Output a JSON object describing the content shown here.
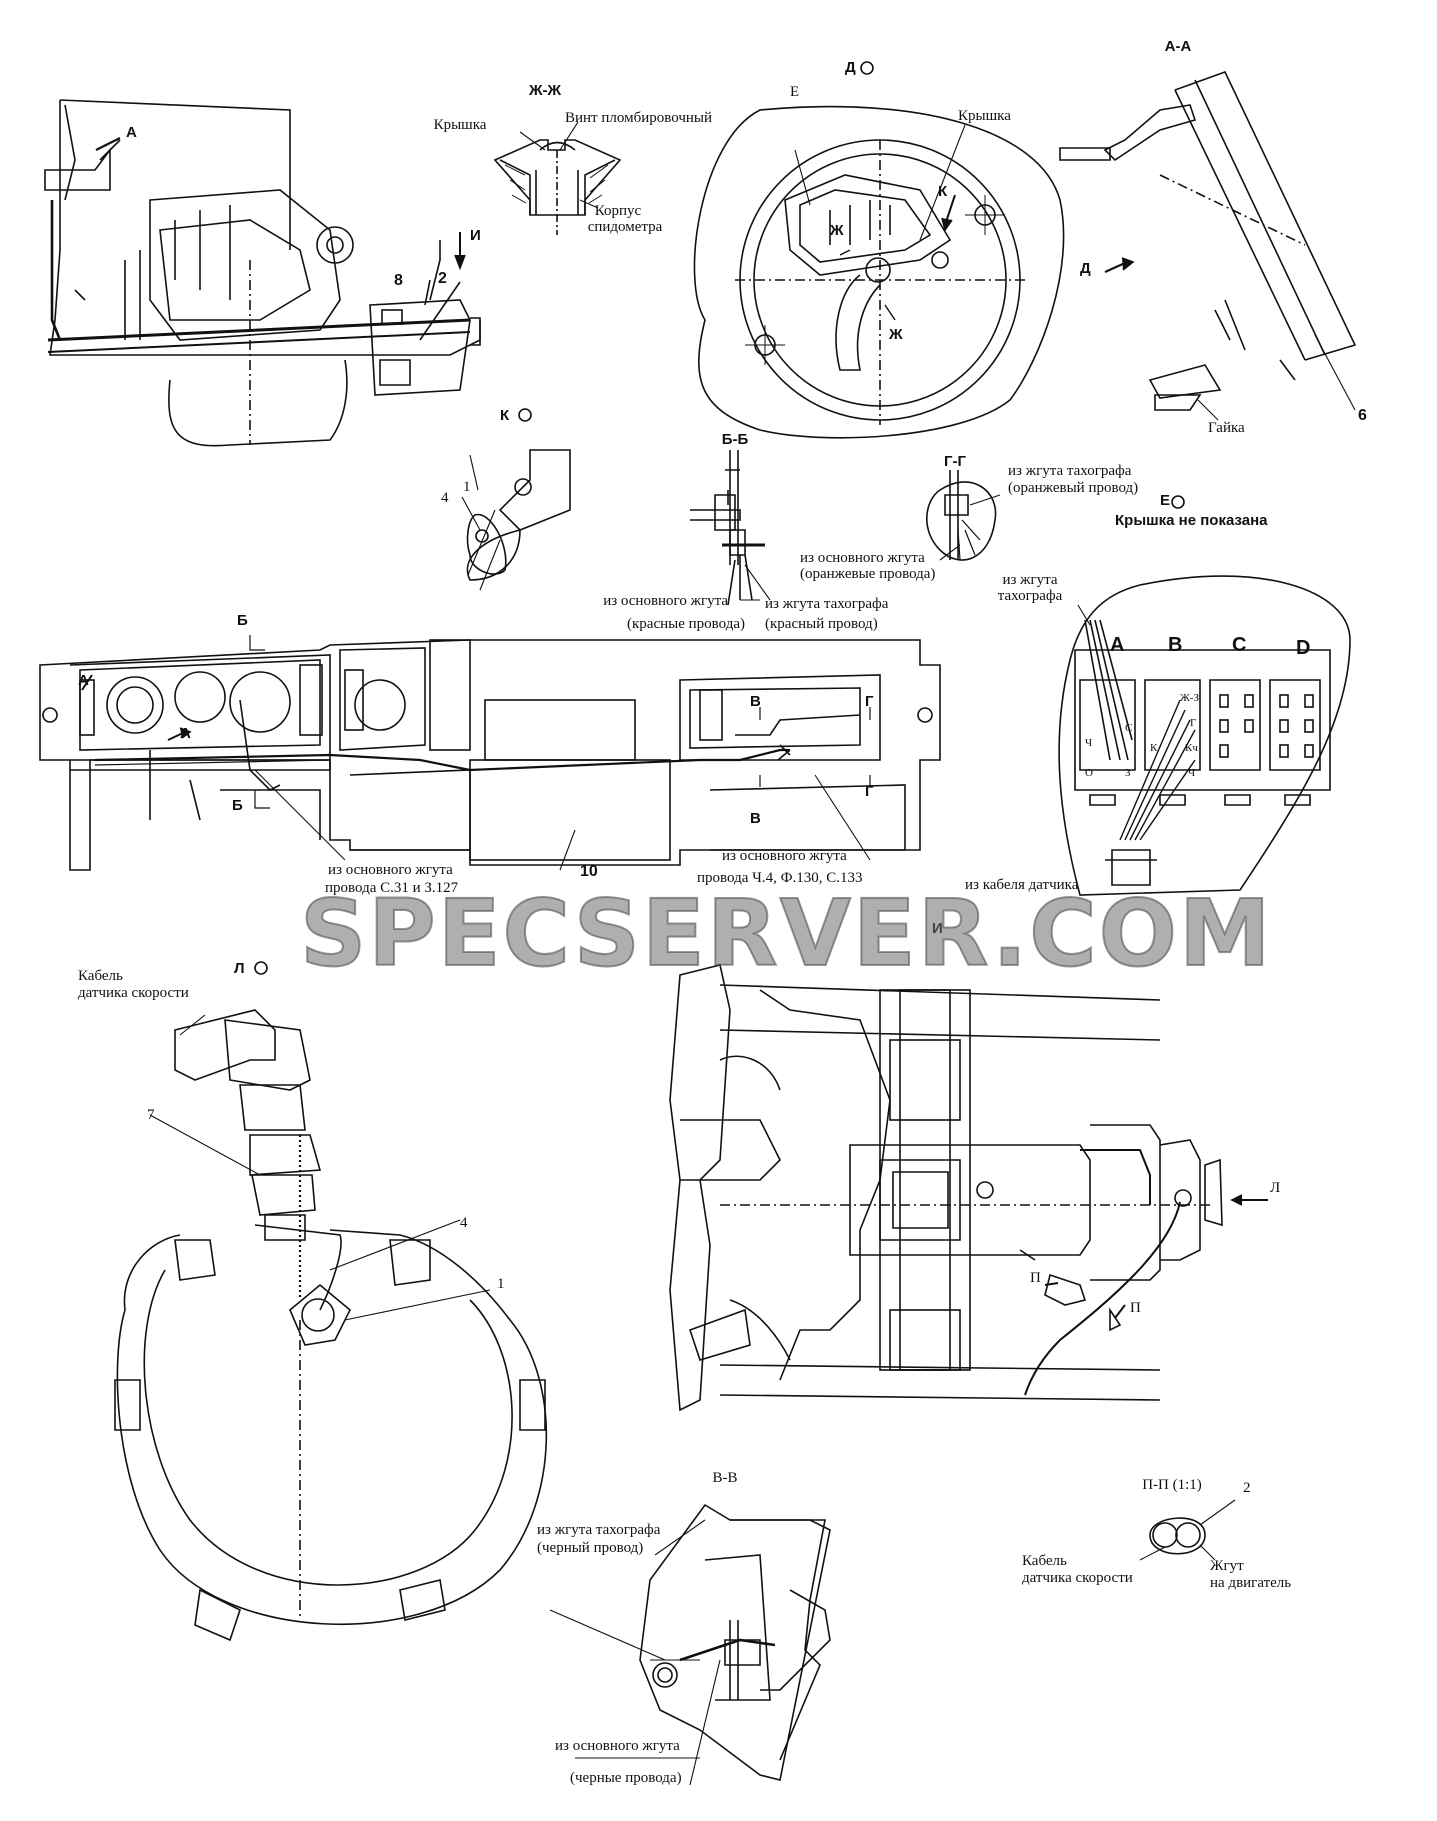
{
  "views": {
    "zh_zh": {
      "title": "Ж-Ж",
      "cover": "Крышка",
      "screw": "Винт пломбировочный",
      "body_line1": "Корпус",
      "body_line2": "спидометра"
    },
    "d": {
      "title": "Д",
      "e": "Е",
      "cover": "Крышка",
      "k": "К",
      "zh1": "Ж",
      "zh2": "Ж"
    },
    "a_a": {
      "title": "А-А",
      "d": "Д",
      "nut": "Гайка",
      "n6": "6"
    },
    "top_left": {
      "a": "А",
      "i": "И",
      "n8": "8",
      "n2": "2"
    },
    "k": {
      "title": "К",
      "n1": "1",
      "n4": "4"
    },
    "b_b": {
      "title": "Б-Б",
      "main_line1": "из основного жгута",
      "main_line2": "(красные провода)",
      "tacho_line1": "из жгута тахографа",
      "tacho_line2": "(красный провод)"
    },
    "g_g": {
      "title": "Г-Г",
      "tacho_line1": "из жгута тахографа",
      "tacho_line2": "(оранжевый провод)",
      "main_line1": "из основного жгута",
      "main_line2": "(оранжевые провода)"
    },
    "e": {
      "title": "Е",
      "note": "Крышка не показана",
      "tacho_line1": "из жгута",
      "tacho_line2": "тахографа",
      "col_a": "A",
      "col_b": "B",
      "col_c": "C",
      "col_d": "D",
      "sensor": "из кабеля датчика",
      "pins": [
        "Ч",
        "С",
        "З",
        "О",
        "Ж-З",
        "Г",
        "К",
        "Кч",
        "Ч"
      ]
    },
    "dash": {
      "b": "Б",
      "b2": "Б",
      "a": "А",
      "a2": "А",
      "v": "В",
      "v2": "В",
      "g": "Г",
      "g2": "Г",
      "n10": "10",
      "main1_line1": "из основного жгута",
      "main1_line2": "провода С.31 и З.127",
      "main2_line1": "из основного жгута",
      "main2_line2": "провода Ч.4, Ф.130, С.133"
    },
    "l": {
      "title": "Л",
      "cable_line1": "Кабель",
      "cable_line2": "датчика скорости",
      "n7": "7",
      "n4": "4",
      "n1": "1"
    },
    "i": {
      "title": "И",
      "l": "Л",
      "p1": "П",
      "p2": "П"
    },
    "v_v": {
      "title": "В-В",
      "tacho_line1": "из жгута тахографа",
      "tacho_line2": "(черный провод)",
      "main_line1": "из основного жгута",
      "main_line2": "(черные провода)"
    },
    "p_p": {
      "title": "П-П (1:1)",
      "n2": "2",
      "cable_line1": "Кабель",
      "cable_line2": "датчика скорости",
      "harness_line1": "Жгут",
      "harness_line2": "на двигатель"
    }
  },
  "watermark": "SPECSERVER.COM"
}
